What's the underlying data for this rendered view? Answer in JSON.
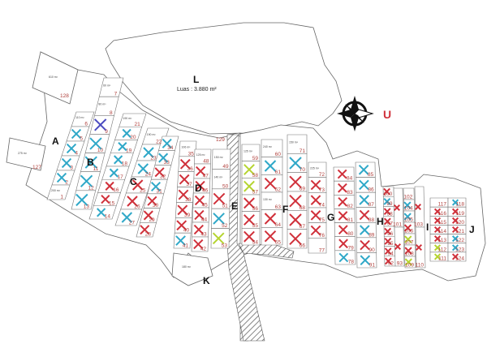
{
  "map": {
    "big_parcel": {
      "label": "L",
      "area_text": "Luas : 3.880 m²"
    },
    "compass_label": "U",
    "road_label": "129",
    "extra_parcels": [
      {
        "no": "128",
        "area": "610 m²"
      },
      {
        "no": "127",
        "area": "275 m²"
      },
      {
        "no": "K",
        "area": "180 m²"
      }
    ],
    "colors": {
      "red": "#d0303a",
      "cyan": "#2fa8c8",
      "green": "#b5d430",
      "blue": "#4a4ac0",
      "lot_number": "#b0403c"
    },
    "blocks": [
      {
        "label": "A",
        "columns": [
          {
            "lots": [
              {
                "no": "6",
                "area": "110 m²"
              },
              {
                "no": "5",
                "mark": "cyan"
              },
              {
                "no": "4",
                "mark": "cyan"
              },
              {
                "no": "3",
                "mark": "cyan"
              },
              {
                "no": "2",
                "mark": "cyan"
              },
              {
                "no": "1",
                "area": "200 m²"
              }
            ]
          },
          {
            "lots": [
              {
                "no": "7",
                "area": "60 m²"
              },
              {
                "no": "8",
                "area": "80 m²"
              },
              {
                "no": "9",
                "mark": "blue"
              },
              {
                "no": "10",
                "mark": "cyan"
              },
              {
                "no": "11",
                "mark": "cyan"
              },
              {
                "no": "12",
                "mark": "cyan"
              },
              {
                "no": "13",
                "mark": "cyan"
              }
            ]
          }
        ]
      },
      {
        "label": "B",
        "columns": [
          {
            "lots": [
              {
                "no": "21",
                "area": "190 m²"
              },
              {
                "no": "20",
                "mark": "cyan"
              },
              {
                "no": "19",
                "mark": "cyan"
              },
              {
                "no": "18",
                "mark": "cyan"
              },
              {
                "no": "17",
                "mark": "cyan"
              },
              {
                "no": "16",
                "mark": "red"
              },
              {
                "no": "15",
                "mark": "red"
              },
              {
                "no": "14",
                "mark": "cyan"
              }
            ]
          },
          {
            "lots": [
              {
                "no": "22",
                "area": "190 m²"
              },
              {
                "no": "23",
                "mark": "cyan"
              },
              {
                "no": "24",
                "mark": "cyan"
              },
              {
                "no": "25",
                "mark": "red"
              },
              {
                "no": "26",
                "mark": "red"
              },
              {
                "no": "27",
                "mark": "cyan"
              }
            ]
          }
        ]
      },
      {
        "label": "C",
        "columns": [
          {
            "lots": [
              {
                "no": "34",
                "mark": "cyan"
              },
              {
                "no": "33",
                "mark": "cyan"
              },
              {
                "no": "32",
                "mark": "red"
              },
              {
                "no": "31",
                "mark": "cyan"
              },
              {
                "no": "30",
                "mark": "red"
              },
              {
                "no": "29",
                "mark": "red"
              },
              {
                "no": "28",
                "mark": "red"
              }
            ]
          },
          {
            "lots": [
              {
                "no": "35",
                "area": "106 m²"
              },
              {
                "no": "36",
                "mark": "red"
              },
              {
                "no": "37",
                "mark": "red"
              },
              {
                "no": "38",
                "mark": "red"
              },
              {
                "no": "39",
                "mark": "red"
              },
              {
                "no": "40",
                "mark": "red"
              },
              {
                "no": "41",
                "mark": "cyan"
              }
            ]
          }
        ]
      },
      {
        "label": "D",
        "columns": [
          {
            "lots": [
              {
                "no": "48",
                "area": "125 m²"
              },
              {
                "no": "47",
                "mark": "red"
              },
              {
                "no": "46",
                "mark": "red"
              },
              {
                "no": "45",
                "mark": "red"
              },
              {
                "no": "44",
                "mark": "red"
              },
              {
                "no": "43",
                "mark": "red"
              },
              {
                "no": "42",
                "mark": "red"
              }
            ]
          },
          {
            "lots": [
              {
                "no": "49",
                "area": "150 m²"
              },
              {
                "no": "50",
                "area": "140 m²"
              },
              {
                "no": "51",
                "mark": "red"
              },
              {
                "no": "52",
                "mark": "cyan"
              },
              {
                "no": "53",
                "mark": "green"
              }
            ]
          }
        ]
      },
      {
        "label": "E",
        "columns": []
      },
      {
        "label": "F",
        "columns": [
          {
            "lots": [
              {
                "no": "59",
                "area": "125 m²"
              },
              {
                "no": "58",
                "mark": "green"
              },
              {
                "no": "57",
                "mark": "green"
              },
              {
                "no": "56",
                "mark": "red"
              },
              {
                "no": "55",
                "mark": "red"
              },
              {
                "no": "54",
                "mark": "red"
              }
            ]
          },
          {
            "lots": [
              {
                "no": "60",
                "area": "240 m²"
              },
              {
                "no": "61",
                "mark": "cyan"
              },
              {
                "no": "62",
                "mark": "red"
              },
              {
                "no": "63",
                "area": "130 m²"
              },
              {
                "no": "64",
                "mark": "red"
              },
              {
                "no": "65",
                "mark": "red"
              }
            ]
          },
          {
            "lots": [
              {
                "no": "71",
                "area": "150 m²"
              },
              {
                "no": "70",
                "mark": "cyan"
              },
              {
                "no": "69",
                "mark": "red"
              },
              {
                "no": "68",
                "mark": "red"
              },
              {
                "no": "67",
                "mark": "red"
              },
              {
                "no": "66",
                "mark": "red"
              }
            ]
          }
        ]
      },
      {
        "label": "G",
        "columns": [
          {
            "lots": [
              {
                "no": "72",
                "area": "225 m²"
              },
              {
                "no": "73",
                "mark": "red"
              },
              {
                "no": "74",
                "mark": "red"
              },
              {
                "no": "75",
                "mark": "red"
              },
              {
                "no": "76",
                "mark": "red"
              },
              {
                "no": "77"
              }
            ]
          },
          {
            "lots": [
              {
                "no": "84",
                "mark": "red"
              },
              {
                "no": "83",
                "mark": "red"
              },
              {
                "no": "82",
                "mark": "red"
              },
              {
                "no": "81",
                "mark": "red"
              },
              {
                "no": "80",
                "mark": "red"
              },
              {
                "no": "79",
                "mark": "red"
              },
              {
                "no": "78",
                "mark": "cyan"
              }
            ]
          },
          {
            "lots": [
              {
                "no": "85",
                "mark": "cyan"
              },
              {
                "no": "86",
                "mark": "cyan"
              },
              {
                "no": "87",
                "mark": "cyan"
              },
              {
                "no": "88",
                "mark": "red"
              },
              {
                "no": "89",
                "mark": "cyan"
              },
              {
                "no": "90",
                "mark": "red"
              },
              {
                "no": "91",
                "mark": "cyan"
              }
            ]
          }
        ]
      },
      {
        "label": "H",
        "columns": [
          {
            "lots": [
              {
                "no": "100",
                "mark": "red"
              },
              {
                "no": "99",
                "mark": "cyan"
              },
              {
                "no": "98",
                "mark": "red"
              },
              {
                "no": "97",
                "mark": "red"
              },
              {
                "no": "96",
                "mark": "red"
              },
              {
                "no": "95",
                "mark": "red"
              },
              {
                "no": "94",
                "mark": "red"
              },
              {
                "no": "92",
                "mark": "red"
              }
            ]
          },
          {
            "lots": [
              {
                "no": "101",
                "mark": "red"
              },
              {
                "no": "93",
                "mark": "red"
              }
            ]
          },
          {
            "lots": [
              {
                "no": "102"
              },
              {
                "no": "104",
                "mark": "cyan"
              },
              {
                "no": "105",
                "mark": "cyan"
              },
              {
                "no": "106",
                "mark": "red"
              },
              {
                "no": "107",
                "mark": "green"
              },
              {
                "no": "108",
                "mark": "red"
              },
              {
                "no": "109",
                "mark": "green"
              }
            ]
          },
          {
            "lots": [
              {
                "no": "103",
                "mark": "red"
              },
              {
                "no": "110",
                "mark": "red"
              }
            ]
          }
        ]
      },
      {
        "label": "I",
        "columns": [
          {
            "lots": [
              {
                "no": "117"
              },
              {
                "no": "116",
                "mark": "red"
              },
              {
                "no": "115",
                "mark": "red"
              },
              {
                "no": "114",
                "mark": "red"
              },
              {
                "no": "113",
                "mark": "red"
              },
              {
                "no": "112",
                "mark": "green"
              },
              {
                "no": "111",
                "mark": "green"
              }
            ]
          },
          {
            "lots": [
              {
                "no": "118",
                "mark": "cyan"
              },
              {
                "no": "119",
                "mark": "red"
              },
              {
                "no": "120",
                "mark": "red"
              },
              {
                "no": "121",
                "mark": "red"
              },
              {
                "no": "122",
                "mark": "cyan"
              },
              {
                "no": "123",
                "mark": "cyan"
              },
              {
                "no": "124",
                "mark": "red"
              }
            ]
          }
        ]
      },
      {
        "label": "J",
        "columns": []
      },
      {
        "label": "K",
        "columns": []
      }
    ]
  }
}
